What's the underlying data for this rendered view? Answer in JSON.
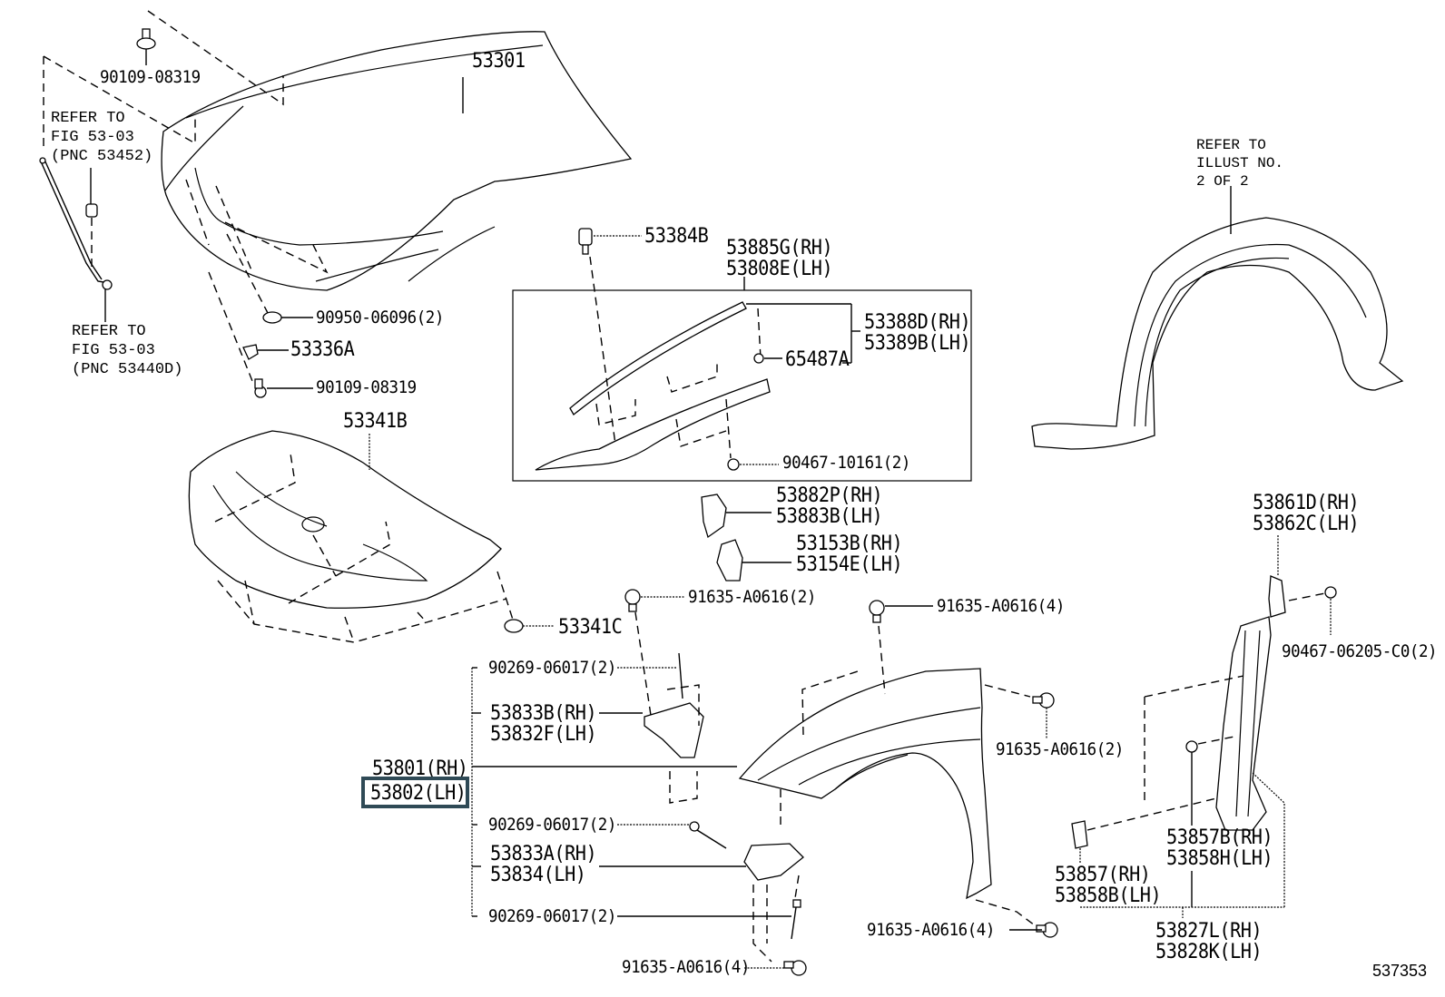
{
  "diagram": {
    "illustration_id": "537353",
    "hood": {
      "part": "53301",
      "bolt_top": "90109-08319",
      "refer_upper": [
        "REFER TO",
        "FIG 53-03",
        "(PNC 53452)"
      ],
      "refer_lower": [
        "REFER TO",
        "FIG 53-03",
        "(PNC 53440D)"
      ],
      "plug": "90950-06096(2)",
      "bracket": "53336A",
      "bolt_lower": "90109-08319"
    },
    "insulator": {
      "part": "53341B",
      "clip": "53341C"
    },
    "seal_group": {
      "cushion": "53384B",
      "assy": [
        "53885G(RH)",
        "53808E(LH)"
      ],
      "seal": [
        "53388D(RH)",
        "53389B(LH)"
      ],
      "clip": "65487A",
      "clip2": "90467-10161(2)",
      "spacer": [
        "53882P(RH)",
        "53883B(LH)"
      ],
      "pad": [
        "53153B(RH)",
        "53154E(LH)"
      ]
    },
    "liner": {
      "refer": [
        "REFER TO",
        "ILLUST NO.",
        "2 OF 2"
      ]
    },
    "fender": {
      "part_rh": "53801(RH)",
      "part_lh": "53802(LH)",
      "highlighted": "53802(LH)",
      "highlight_color": "#2f4a56",
      "bolt_a": "91635-A0616(2)",
      "bolt_b": "91635-A0616(4)",
      "bolt_c": "91635-A0616(2)",
      "bolt_d": "91635-A0616(4)",
      "bolt_e": "91635-A0616(4)",
      "rivet_1": "90269-06017(2)",
      "bracket_upper": [
        "53833B(RH)",
        "53832F(LH)"
      ],
      "rivet_2": "90269-06017(2)",
      "bracket_lower": [
        "53833A(RH)",
        "53834(LH)"
      ],
      "rivet_3": "90269-06017(2)"
    },
    "side_seal": {
      "bracket": [
        "53861D(RH)",
        "53862C(LH)"
      ],
      "clip": "90467-06205-C0(2)",
      "plug": [
        "53857B(RH)",
        "53858H(LH)"
      ],
      "tape": [
        "53857(RH)",
        "53858B(LH)"
      ],
      "assy": [
        "53827L(RH)",
        "53828K(LH)"
      ]
    }
  }
}
